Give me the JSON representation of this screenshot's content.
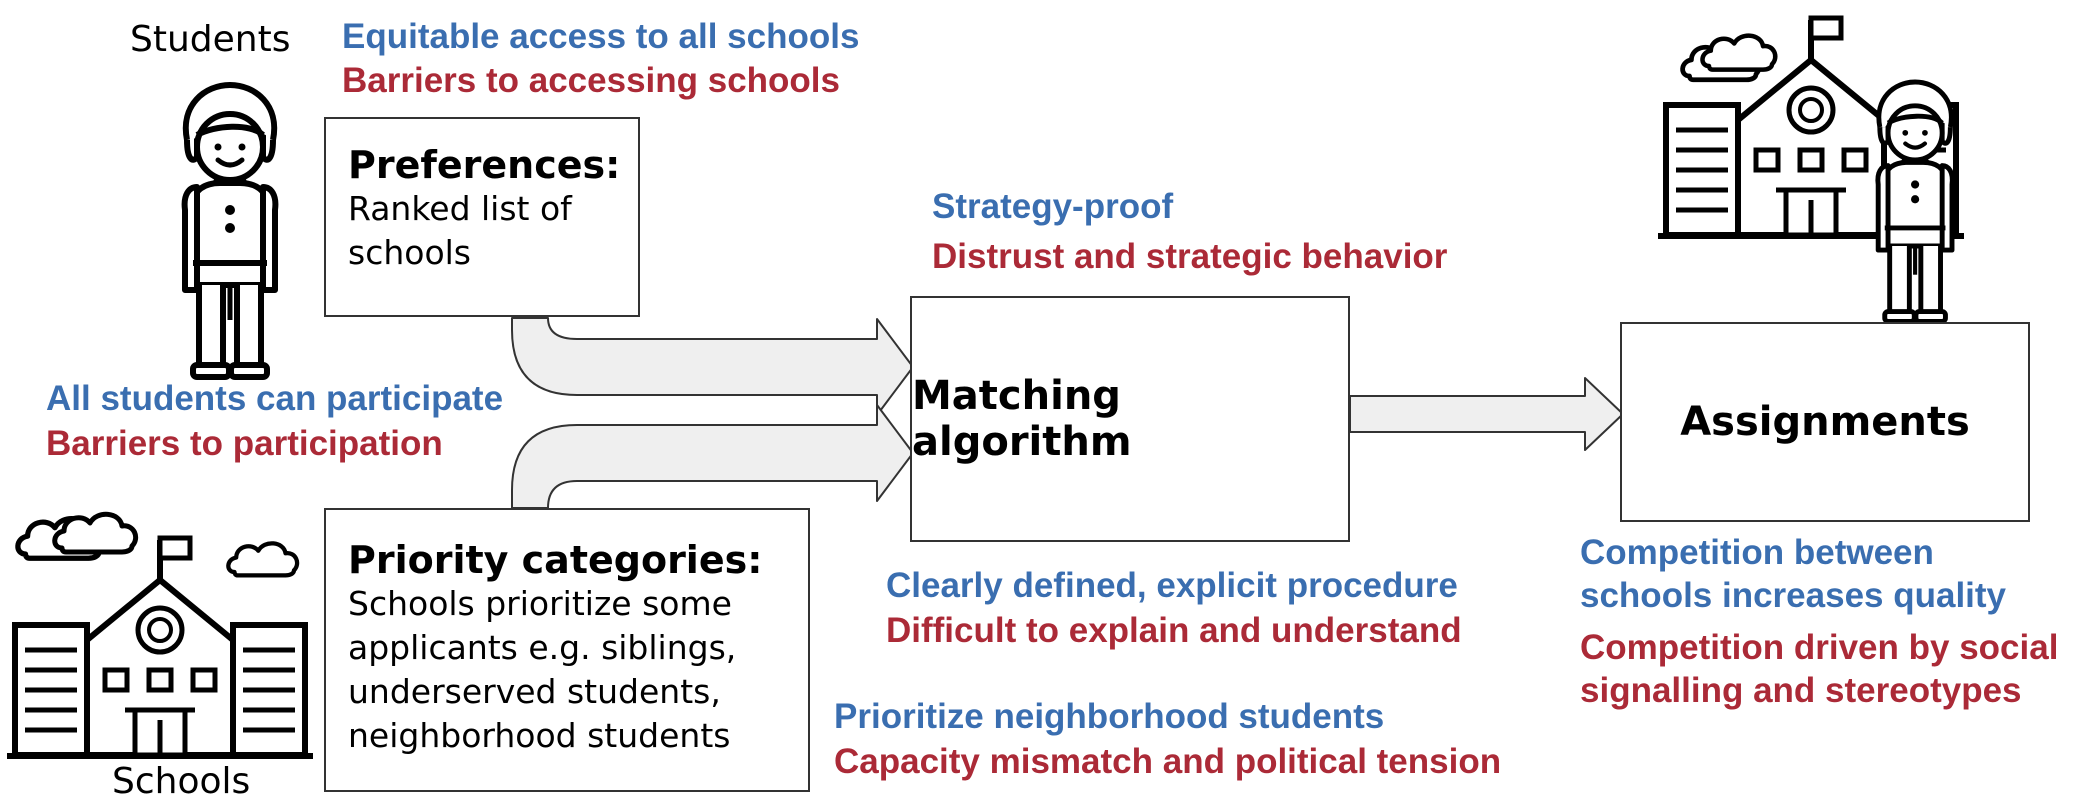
{
  "labels": {
    "students": "Students",
    "schools": "Schools"
  },
  "preferences_box": {
    "title": "Preferences:",
    "lines": [
      "Ranked list of",
      "schools"
    ]
  },
  "priority_box": {
    "title": "Priority categories:",
    "lines": [
      "Schools prioritize some",
      "applicants e.g. siblings,",
      "underserved students,",
      "neighborhood students"
    ]
  },
  "matching_box": {
    "label": "Matching algorithm"
  },
  "assignments_box": {
    "label": "Assignments"
  },
  "annotations": {
    "access": {
      "positive": "Equitable access to all schools",
      "negative": "Barriers to accessing schools"
    },
    "participation": {
      "positive": "All students can participate",
      "negative": "Barriers to participation"
    },
    "strategy": {
      "positive": "Strategy-proof",
      "negative": "Distrust and strategic behavior"
    },
    "procedure": {
      "positive": "Clearly defined, explicit procedure",
      "negative": "Difficult to explain and understand"
    },
    "neighborhood": {
      "positive": "Prioritize neighborhood students",
      "negative": "Capacity mismatch and political tension"
    },
    "competition": {
      "positive": [
        "Competition between",
        "schools increases quality"
      ],
      "negative": [
        "Competition driven by social",
        "signalling and stereotypes"
      ]
    }
  },
  "colors": {
    "positive": "#3a6eb0",
    "negative": "#ab2a37",
    "arrow_fill": "#efefef",
    "stroke": "#333333"
  },
  "icons": [
    "student-icon",
    "school-icon",
    "cloud-icon",
    "flag-icon",
    "arrow-icon"
  ]
}
